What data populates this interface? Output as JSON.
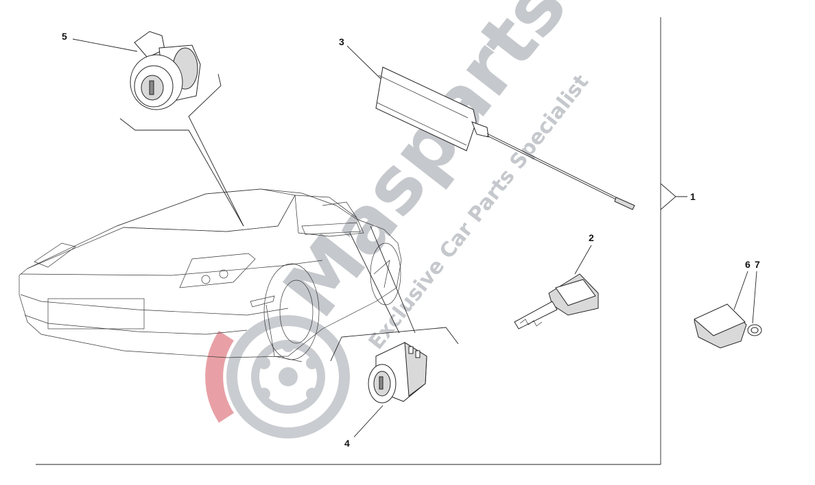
{
  "watermark": {
    "brand": "Masparts",
    "tagline": "Exclusive Car Parts Specialist",
    "brand_color": "#c5c8cc",
    "accent_color": "#e8a0a6"
  },
  "callouts": {
    "c1": "1",
    "c2": "2",
    "c3": "3",
    "c4": "4",
    "c5": "5",
    "c6": "6",
    "c7": "7"
  }
}
